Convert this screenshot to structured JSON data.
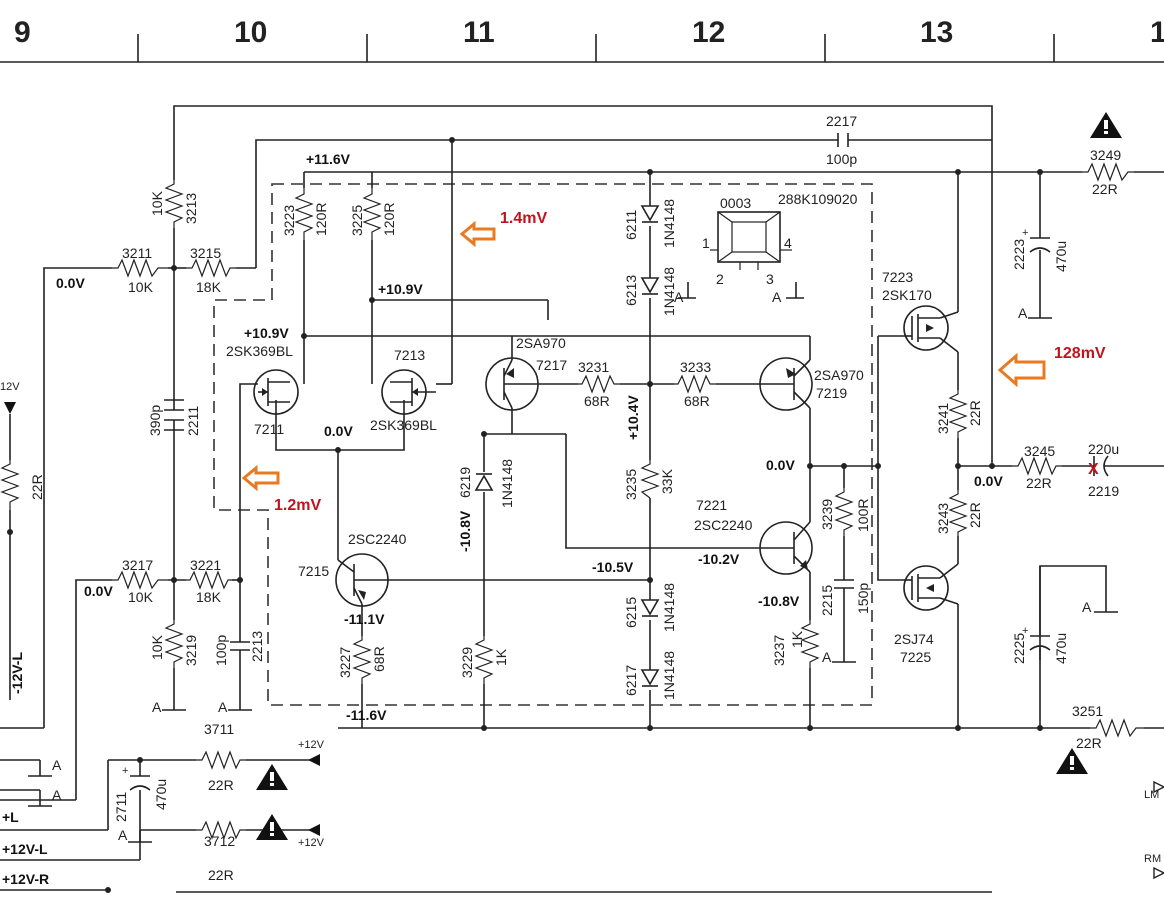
{
  "columns": [
    "9",
    "10",
    "11",
    "12",
    "13",
    "1"
  ],
  "measurements": {
    "m1": "1.4mV",
    "m2": "1.2mV",
    "m3": "128mV"
  },
  "voltages": {
    "v_116": "+11.6V",
    "v_109a": "+10.9V",
    "v_109b": "+10.9V",
    "v_00a": "0.0V",
    "v_00b": "0.0V",
    "v_00c": "0.0V",
    "v_00d": "0.0V",
    "v_00e": "0.0V",
    "v_104": "+10.4V",
    "v_108": "-10.8V",
    "v_105": "-10.5V",
    "v_102": "-10.2V",
    "v_108b": "-10.8V",
    "v_111": "-11.1V",
    "v_116n": "-11.6V"
  },
  "rails": {
    "p12": "+12V",
    "p12b": "+12V",
    "p12c": "12V",
    "l": "+L",
    "p12l": "+12V-L",
    "p12r": "+12V-R",
    "m12l": "-12V-L",
    "lm": "LM",
    "rm": "RM"
  },
  "components": {
    "r3213": "3213",
    "r3213v": "10K",
    "r3211": "3211",
    "r3211v": "10K",
    "r3215": "3215",
    "r3215v": "18K",
    "r3223": "3223",
    "r3223v": "120R",
    "r3225": "3225",
    "r3225v": "120R",
    "c2217": "2217",
    "c2217v": "100p",
    "d6211": "6211",
    "d6211v": "1N4148",
    "d6213": "6213",
    "d6213v": "1N4148",
    "u0003": "0003",
    "u0003p": "288K109020",
    "pin1": "1",
    "pin2": "2",
    "pin3": "3",
    "pin4": "4",
    "q7223": "7223",
    "q7223t": "2SK170",
    "q7211": "7211",
    "q7211t": "2SK369BL",
    "q7213": "7213",
    "q7213t": "2SK369BL",
    "q7217": "7217",
    "q7217t": "2SA970",
    "q7219": "7219",
    "q7219t": "2SA970",
    "r3231": "3231",
    "r3231v": "68R",
    "r3233": "3233",
    "r3233v": "68R",
    "c2211": "2211",
    "c2211v": "390p",
    "r3241": "3241",
    "r3241v": "22R",
    "r3243": "3243",
    "r3243v": "22R",
    "r3245": "3245",
    "r3245v": "22R",
    "c2219": "2219",
    "c2219v": "220u",
    "r3249": "3249",
    "r3249v": "22R",
    "c2223": "2223",
    "c2223v": "470u",
    "d6219": "6219",
    "d6219v": "1N4148",
    "r3235": "3235",
    "r3235v": "33K",
    "q7221": "7221",
    "q7221t": "2SC2240",
    "r3239": "3239",
    "r3239v": "100R",
    "q7215": "7215",
    "q7215t": "2SC2240",
    "r3217": "3217",
    "r3217v": "10K",
    "r3221": "3221",
    "r3221v": "18K",
    "r3219": "3219",
    "r3219v": "10K",
    "c2213": "2213",
    "c2213v": "100p",
    "r3227": "3227",
    "r3227v": "68R",
    "r3229": "3229",
    "r3229v": "1K",
    "d6215": "6215",
    "d6215v": "1N4148",
    "d6217": "6217",
    "d6217v": "1N4148",
    "c2215": "2215",
    "c2215v": "150p",
    "r3237": "3237",
    "r3237v": "1K",
    "q7225": "7225",
    "q7225t": "2SJ74",
    "c2225": "2225",
    "c2225v": "470u",
    "r3251": "3251",
    "r3251v": "22R",
    "r3711": "3711",
    "r3711v": "22R",
    "c2711": "2711",
    "c2711v": "470u",
    "r3712": "3712",
    "r3712v": "22R",
    "r22r_left": "22R"
  },
  "ground": "A",
  "fault_mark": "X",
  "colors": {
    "ink": "#222222",
    "dashed_box": "#333333",
    "measurement_red": "#c0141c",
    "arrow_orange": "#e87a22"
  }
}
